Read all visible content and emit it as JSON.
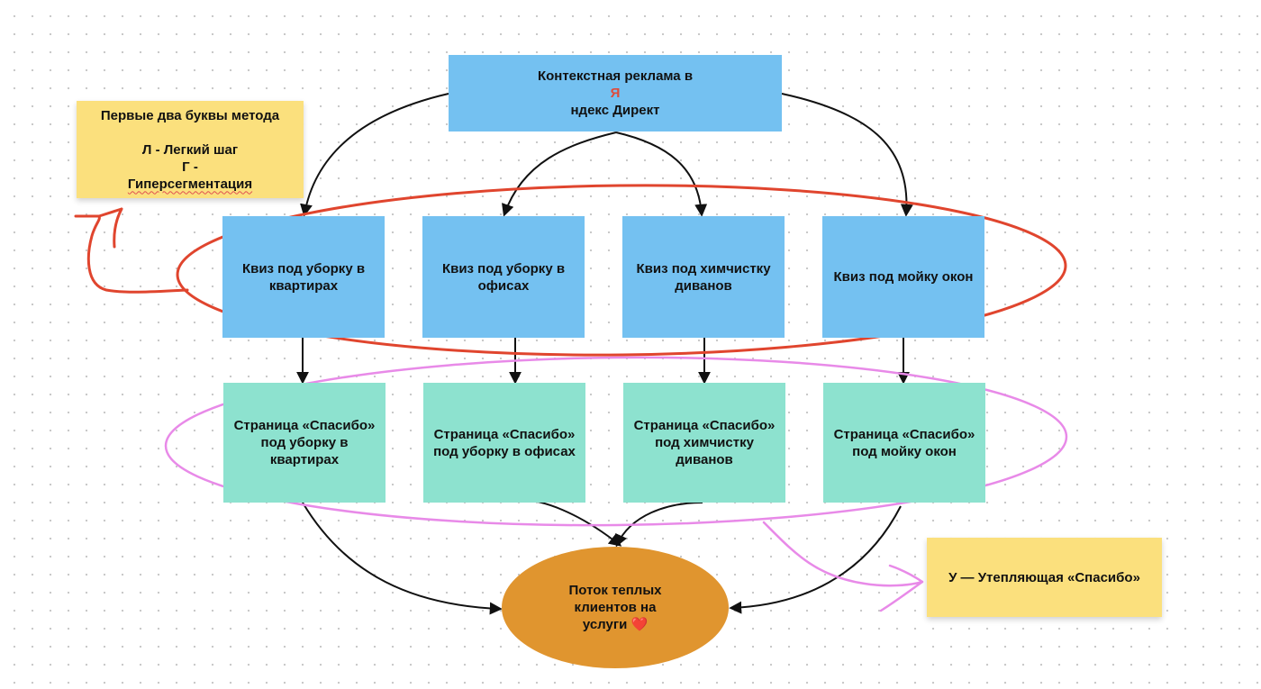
{
  "colors": {
    "quiz_fill": "#74c1f1",
    "thanks_fill": "#8de2cf",
    "note_fill": "#fbe07d",
    "result_fill": "#e0952f",
    "red_ring": "#e0452e",
    "pink_ring": "#e88ae8",
    "arrow": "#111111"
  },
  "top_node": {
    "label_before": "Контекстная реклама в ",
    "label_accent": "Я",
    "label_after": "ндекс Директ"
  },
  "note_left": {
    "title": "Первые два буквы метода",
    "line1": "Л - Легкий шаг",
    "line2_prefix": "Г - ",
    "line2_word": "Гиперсегментация"
  },
  "quizzes": [
    {
      "label": "Квиз под уборку в квартирах"
    },
    {
      "label": "Квиз под уборку в офисах"
    },
    {
      "label": "Квиз под химчистку диванов"
    },
    {
      "label": "Квиз под мойку окон"
    }
  ],
  "thanks_pages": [
    {
      "label": "Страница «Спасибо» под уборку в квартирах"
    },
    {
      "label": "Страница «Спасибо» под уборку в офисах"
    },
    {
      "label": "Страница «Спасибо» под химчистку диванов"
    },
    {
      "label": "Страница «Спасибо» под мойку окон"
    }
  ],
  "result_node": {
    "label": "Поток теплых клиентов на услуги ❤️"
  },
  "note_right": {
    "label": "У — Утепляющая «Спасибо»"
  }
}
